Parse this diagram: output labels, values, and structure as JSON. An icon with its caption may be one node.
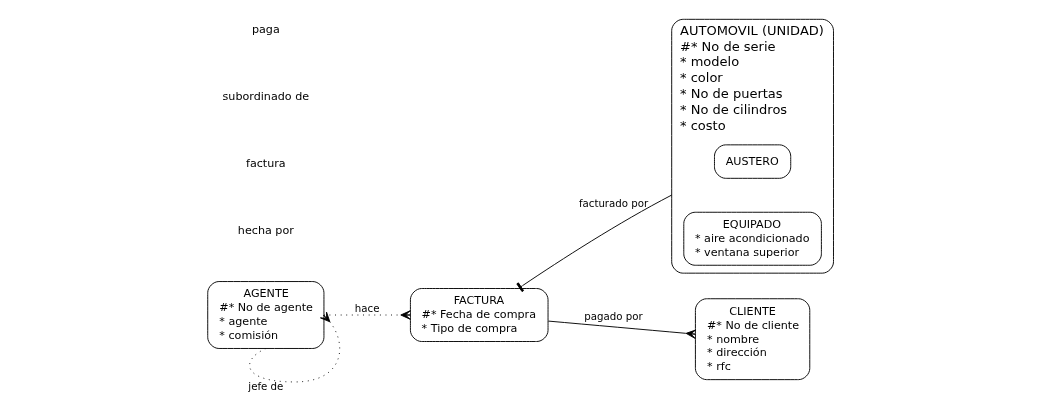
{
  "diagram": {
    "nodes": [
      {
        "text": [
          "AGENTE",
          "#* No de agente",
          "* agente",
          "* comisión"
        ]
      },
      {
        "text": [
          "FACTURA",
          "#* Fecha de compra",
          "* Tipo de compra"
        ]
      },
      {
        "text": [
          "AUTOMOVIL (UNIDAD)",
          "#* No de serie",
          "* modelo",
          "* color",
          "* No de puertas",
          "* No de cilindros",
          "* costo"
        ]
      },
      {
        "text": [
          "AUSTERO"
        ],
        "in": 2
      },
      {
        "text": [
          "EQUIPADO",
          "* aire acondicionado",
          "* ventana superior"
        ],
        "in": 2
      },
      {
        "text": [
          "CLIENTE",
          "#* No de cliente",
          "* nombre",
          "* dirección",
          "* rfc"
        ]
      }
    ],
    "edges": [
      {
        "from": 0,
        "to": 1,
        "arrow": "other",
        "label": "hace",
        "style": "dashed"
      },
      {
        "from": 0,
        "to": 0,
        "arrow": "other",
        "label": "jefe de",
        "style": "dashed"
      },
      {
        "from": 1,
        "to": 2,
        "arrow": "other",
        "label": "facturado por"
      },
      {
        "from": 1,
        "to": 5,
        "arrow": "other",
        "label": "pagado por"
      }
    ],
    "labels": [
      "hecha por",
      "factura",
      "subordinado de",
      "paga"
    ]
  }
}
